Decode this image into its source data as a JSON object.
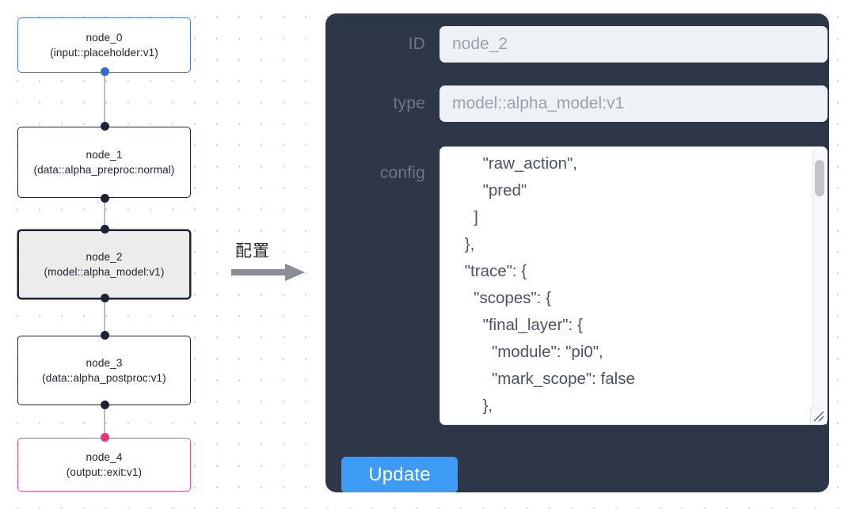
{
  "graph": {
    "nodes": [
      {
        "id": "node_0",
        "type": "(input::placeholder:v1)",
        "state": "input"
      },
      {
        "id": "node_1",
        "type": "(data::alpha_preproc:normal)",
        "state": "default"
      },
      {
        "id": "node_2",
        "type": "(model::alpha_model:v1)",
        "state": "selected"
      },
      {
        "id": "node_3",
        "type": "(data::alpha_postproc:v1)",
        "state": "default"
      },
      {
        "id": "node_4",
        "type": "(output::exit:v1)",
        "state": "output"
      }
    ],
    "colors": {
      "input_border": "#4a7cd1",
      "output_border": "#e2559c",
      "default_border": "#1c2333",
      "selected_fill": "#ececec",
      "edge": "#b9bcc2",
      "port": "#1c2333",
      "port_blue": "#2f6fd0",
      "port_pink": "#e8347f"
    }
  },
  "flow": {
    "label": "配置",
    "arrow_color": "#8a8d93"
  },
  "panel": {
    "background": "#2e3748",
    "fields": {
      "id": {
        "label": "ID",
        "value": "node_2"
      },
      "type": {
        "label": "type",
        "value": "model::alpha_model:v1"
      },
      "config": {
        "label": "config",
        "value": "        \"raw_action\",\n        \"pred\"\n      ]\n    },\n    \"trace\": {\n      \"scopes\": {\n        \"final_layer\": {\n          \"module\": \"pi0\",\n          \"mark_scope\": false\n        },\n        \"action_model\": {"
      }
    },
    "update_button": {
      "label": "Update",
      "color": "#3d9af5"
    }
  }
}
